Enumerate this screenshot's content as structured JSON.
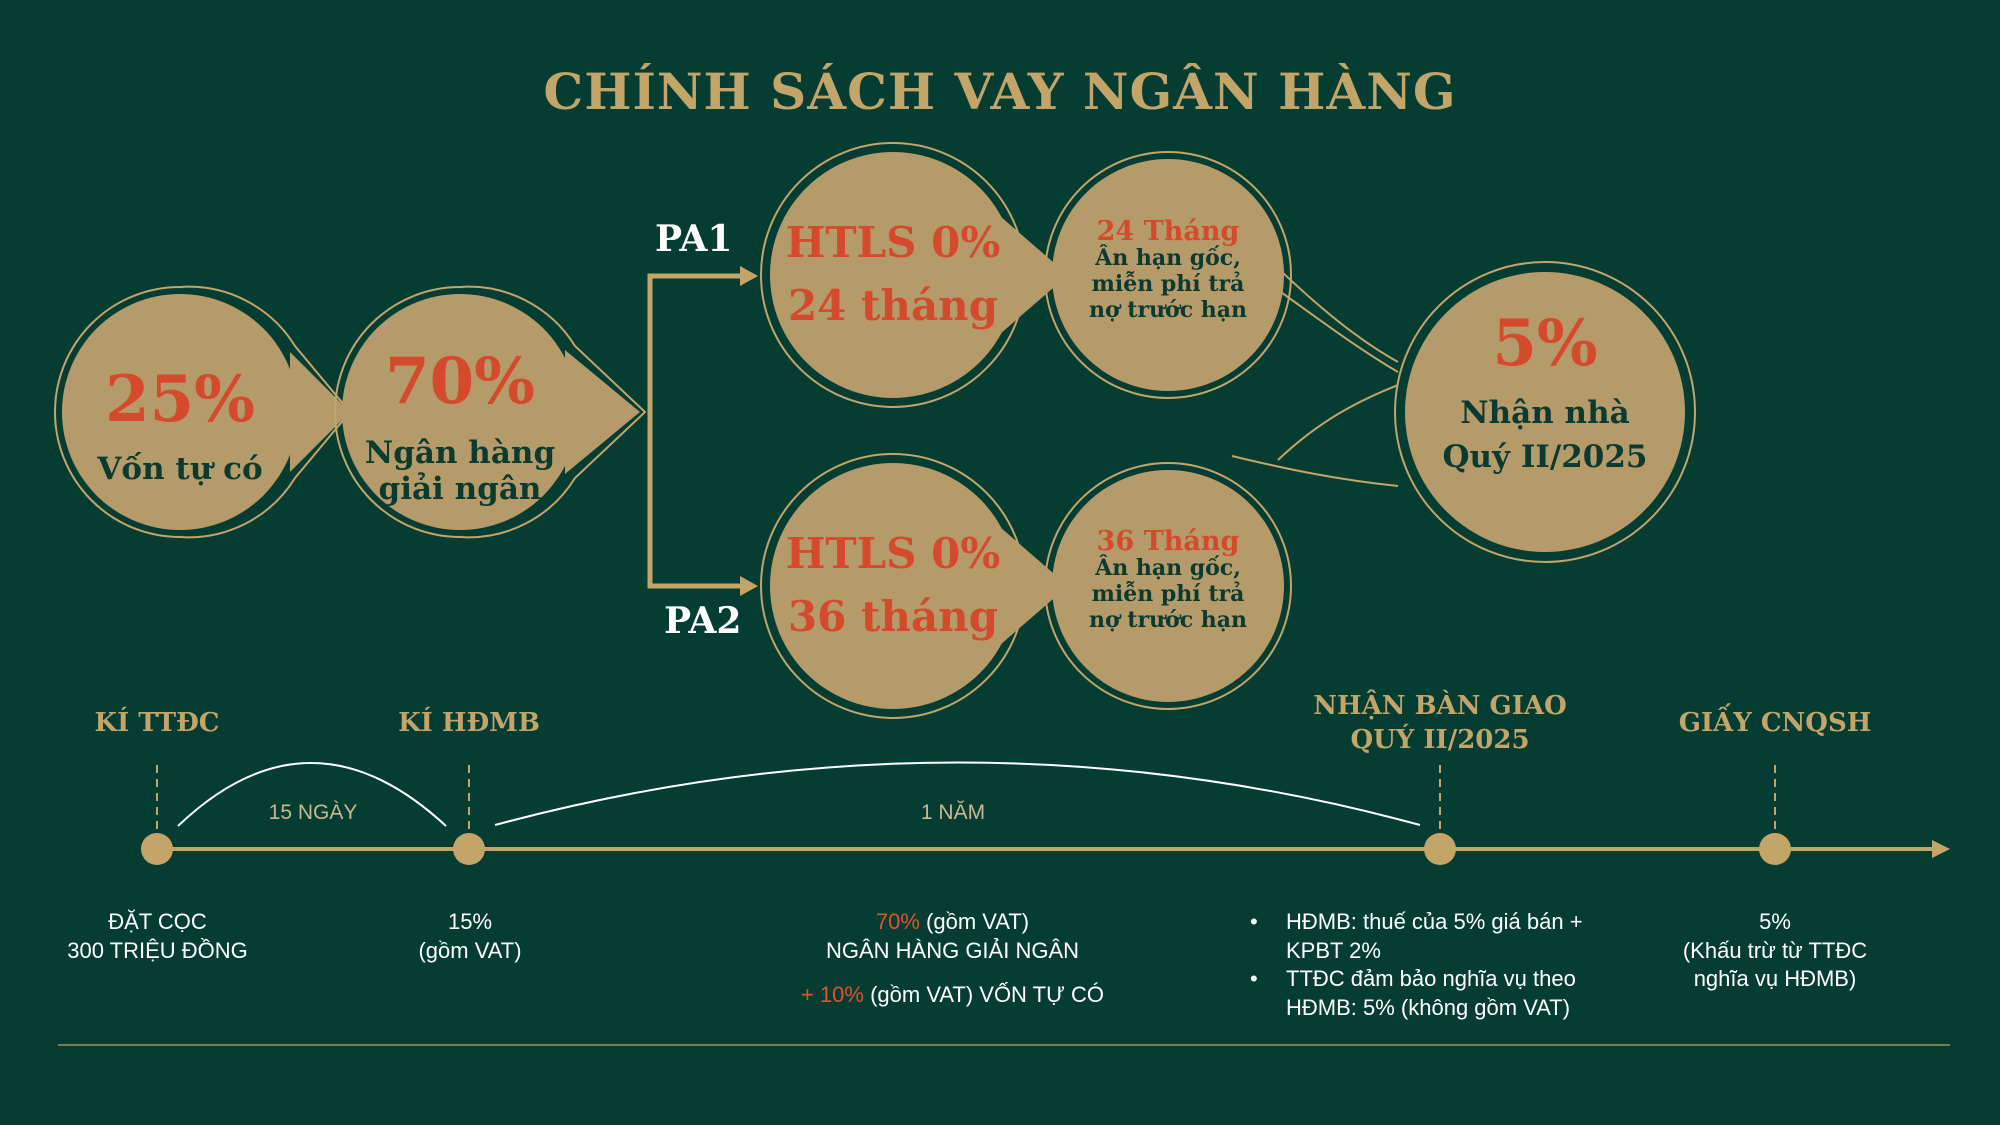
{
  "title": "CHÍNH SÁCH VAY NGÂN HÀNG",
  "flow": {
    "c1": {
      "pct": "25%",
      "label": "Vốn tự có"
    },
    "c2": {
      "pct": "70%",
      "label1": "Ngân hàng",
      "label2": "giải ngân"
    },
    "pa1": {
      "label": "PA1",
      "htls_line1": "HTLS 0%",
      "htls_line2": "24 tháng",
      "months": "24 Tháng",
      "desc1": "Ân hạn gốc,",
      "desc2": "miễn phí trả",
      "desc3": "nợ trước hạn"
    },
    "pa2": {
      "label": "PA2",
      "htls_line1": "HTLS 0%",
      "htls_line2": "36 tháng",
      "months": "36 Tháng",
      "desc1": "Ân hạn gốc,",
      "desc2": "miễn phí trả",
      "desc3": "nợ trước hạn"
    },
    "final": {
      "pct": "5%",
      "label1": "Nhận nhà",
      "label2": "Quý II/2025"
    }
  },
  "timeline": {
    "milestones": [
      {
        "head": "KÍ TTĐC"
      },
      {
        "head": "KÍ HĐMB"
      },
      {
        "head1": "NHẬN BÀN GIAO",
        "head2": "QUÝ II/2025"
      },
      {
        "head": "GIẤY CNQSH"
      }
    ],
    "spans": [
      "15 NGÀY",
      "1 NĂM"
    ],
    "notes": {
      "n1_line1": "ĐẶT CỌC",
      "n1_line2": "300 TRIỆU ĐỒNG",
      "n2_line1": "15%",
      "n2_line2": "(gồm VAT)",
      "n3_pct": "70%",
      "n3_rest": " (gồm VAT)",
      "n3_line2": "NGÂN HÀNG GIẢI NGÂN",
      "n3_plus": "+ 10%",
      "n3_plus_rest": " (gồm VAT) VỐN TỰ CÓ",
      "n4_b1_line1": "HĐMB: thuế của 5% giá bán +",
      "n4_b1_line2": "KPBT 2%",
      "n4_b2_line1": "TTĐC đảm bảo nghĩa vụ theo",
      "n4_b2_line2": "HĐMB: 5% (không gồm VAT)",
      "n5_line1": "5%",
      "n5_line2": "(Khấu trừ từ TTĐC",
      "n5_line3": "nghĩa vụ HĐMB)"
    }
  },
  "colors": {
    "background": "#063d33",
    "gold": "#c3a56a",
    "circle_fill": "#b59b6a",
    "accent_red": "#d54a2c"
  }
}
